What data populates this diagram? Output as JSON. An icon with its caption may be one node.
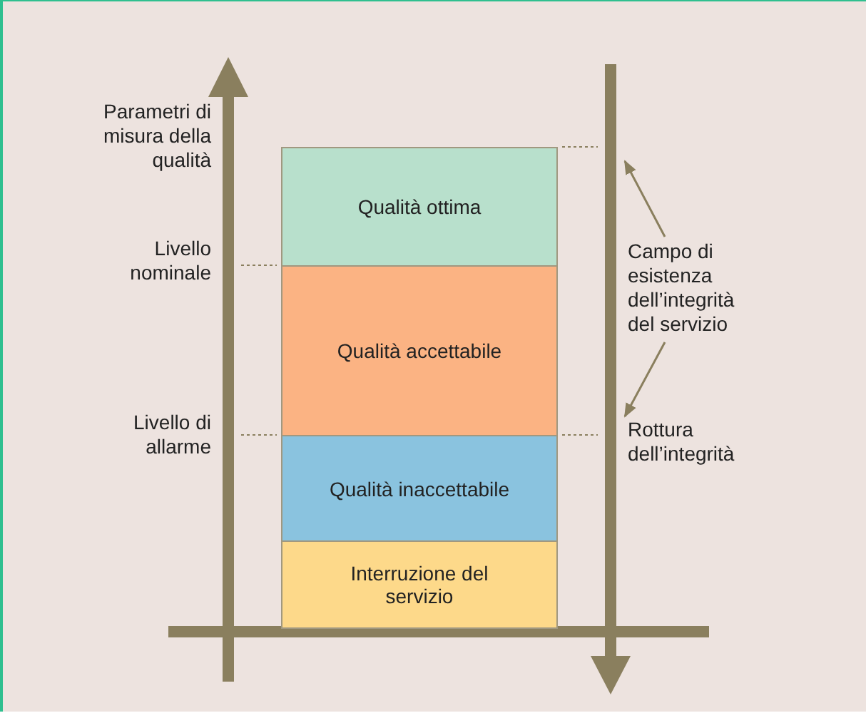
{
  "diagram": {
    "nodes": [
      {
        "text": [
          "Qualità ottima"
        ]
      },
      {
        "text": [
          "Qualità accettabile"
        ]
      },
      {
        "text": [
          "Qualità inaccettabile"
        ]
      },
      {
        "text": [
          "Interruzione del servizio"
        ]
      },
      {
        "text": [
          "Campo di esistenza dell’integrità del servizio"
        ]
      },
      {
        "text": [
          "Rottura dell’integrità"
        ]
      }
    ],
    "edges": [
      {
        "from": 4,
        "to": null,
        "arrow": "to"
      },
      {
        "from": 4,
        "to": 5,
        "arrow": "to"
      }
    ],
    "labels": [
      "Parametri di misura della qualità",
      "Livello nominale",
      "Livello di allarme"
    ]
  }
}
